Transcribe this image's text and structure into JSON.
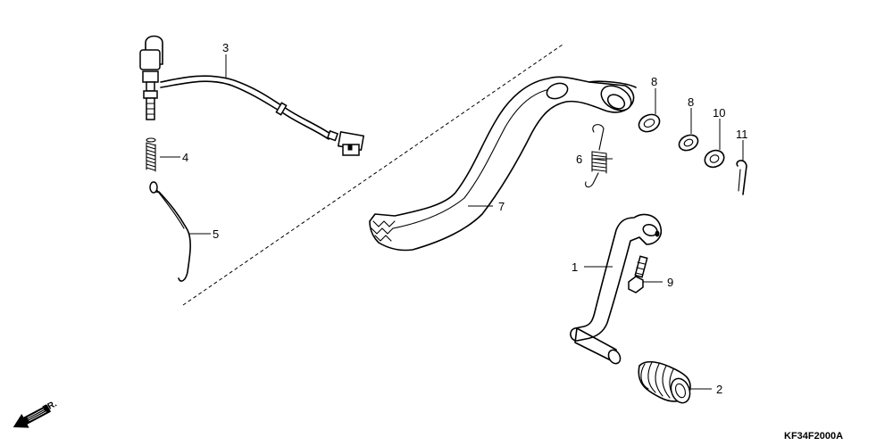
{
  "diagram": {
    "drawing_code": "KF34F2000A",
    "direction_label": "FR.",
    "callouts": [
      {
        "id": "1"
      },
      {
        "id": "2"
      },
      {
        "id": "3"
      },
      {
        "id": "4"
      },
      {
        "id": "5"
      },
      {
        "id": "6"
      },
      {
        "id": "7"
      },
      {
        "id": "8a",
        "text": "8"
      },
      {
        "id": "8b",
        "text": "8"
      },
      {
        "id": "9"
      },
      {
        "id": "10"
      },
      {
        "id": "11"
      }
    ],
    "labels": {
      "c1": "1",
      "c2": "2",
      "c3": "3",
      "c4": "4",
      "c5": "5",
      "c6": "6",
      "c7": "7",
      "c8a": "8",
      "c8b": "8",
      "c9": "9",
      "c10": "10",
      "c11": "11"
    }
  }
}
